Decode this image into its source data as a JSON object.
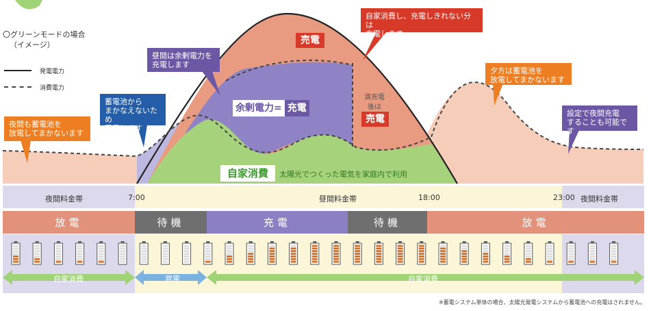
{
  "header": {
    "mode_title": "〇グリーンモードの場合",
    "mode_subtitle": "（イメージ）"
  },
  "legend": {
    "generation": "発電電力",
    "consumption": "消費電力"
  },
  "callouts": {
    "night_battery": "夜間も蓄電池を\n放電してまかないます",
    "buy_power": "蓄電池から\nまかなえないため\n買電します",
    "daytime_charge": "昼間は余剰電力を\n充電します",
    "sell_full": "自家消費し、充電しきれない分は\n充電します",
    "evening_battery": "夕方は蓄電池を\n放電してまかないます",
    "night_charge": "設定で夜間充電\nすることも可能です"
  },
  "chart_labels": {
    "sell_top": "売電",
    "surplus_prefix": "余剰電力=",
    "surplus_charge": "充電",
    "full_charge_line1": "満充電",
    "full_charge_line2": "後は",
    "sell_after": "売電",
    "self_consumption": "自家消費",
    "self_consumption_desc": "太陽光でつくった電気を家庭内で利用"
  },
  "timeline": {
    "night_rate_left": "夜間料金帯",
    "t0700": "7:00",
    "day_rate": "昼間料金帯",
    "t1800": "18:00",
    "t2300": "23:00",
    "night_rate_right": "夜間料金帯"
  },
  "status_bands": [
    {
      "label": "放電",
      "color": "#e2917a"
    },
    {
      "label": "待機",
      "color": "#6f6f6f"
    },
    {
      "label": "充電",
      "color": "#8c7fc4"
    },
    {
      "label": "待機",
      "color": "#6f6f6f"
    },
    {
      "label": "放電",
      "color": "#e2917a"
    }
  ],
  "battery_levels": [
    0.4,
    0.3,
    0.2,
    0.1,
    0.1,
    0,
    0,
    0,
    0,
    0.2,
    0.4,
    0.6,
    0.8,
    0.9,
    1,
    1,
    1,
    1,
    1,
    1,
    0.9,
    0.7,
    0.6,
    0.4,
    0.3,
    0.2,
    0.1,
    0.1,
    0.1
  ],
  "flow_arrows": {
    "self_left": "自家消費",
    "buy": "買電",
    "self_right": "自家消費"
  },
  "footnote": "※蓄電システム単体の場合、太陽光発電システムから蓄電池への充電はされません。",
  "colors": {
    "sell": "#e99b82",
    "surplus": "#8f83c6",
    "self": "#a7d27c",
    "night_fill": "#f6cdb9",
    "buy_fill": "#bdb8e0",
    "night_band": "#dcd9ec",
    "day_band": "#fbf6d8",
    "callout_orange": "#ee7e22",
    "callout_blue": "#245da8",
    "callout_purple": "#6b57a3",
    "callout_red": "#d83a2a",
    "arrow_green": "#9fd376",
    "arrow_blue": "#7ab3e0"
  }
}
